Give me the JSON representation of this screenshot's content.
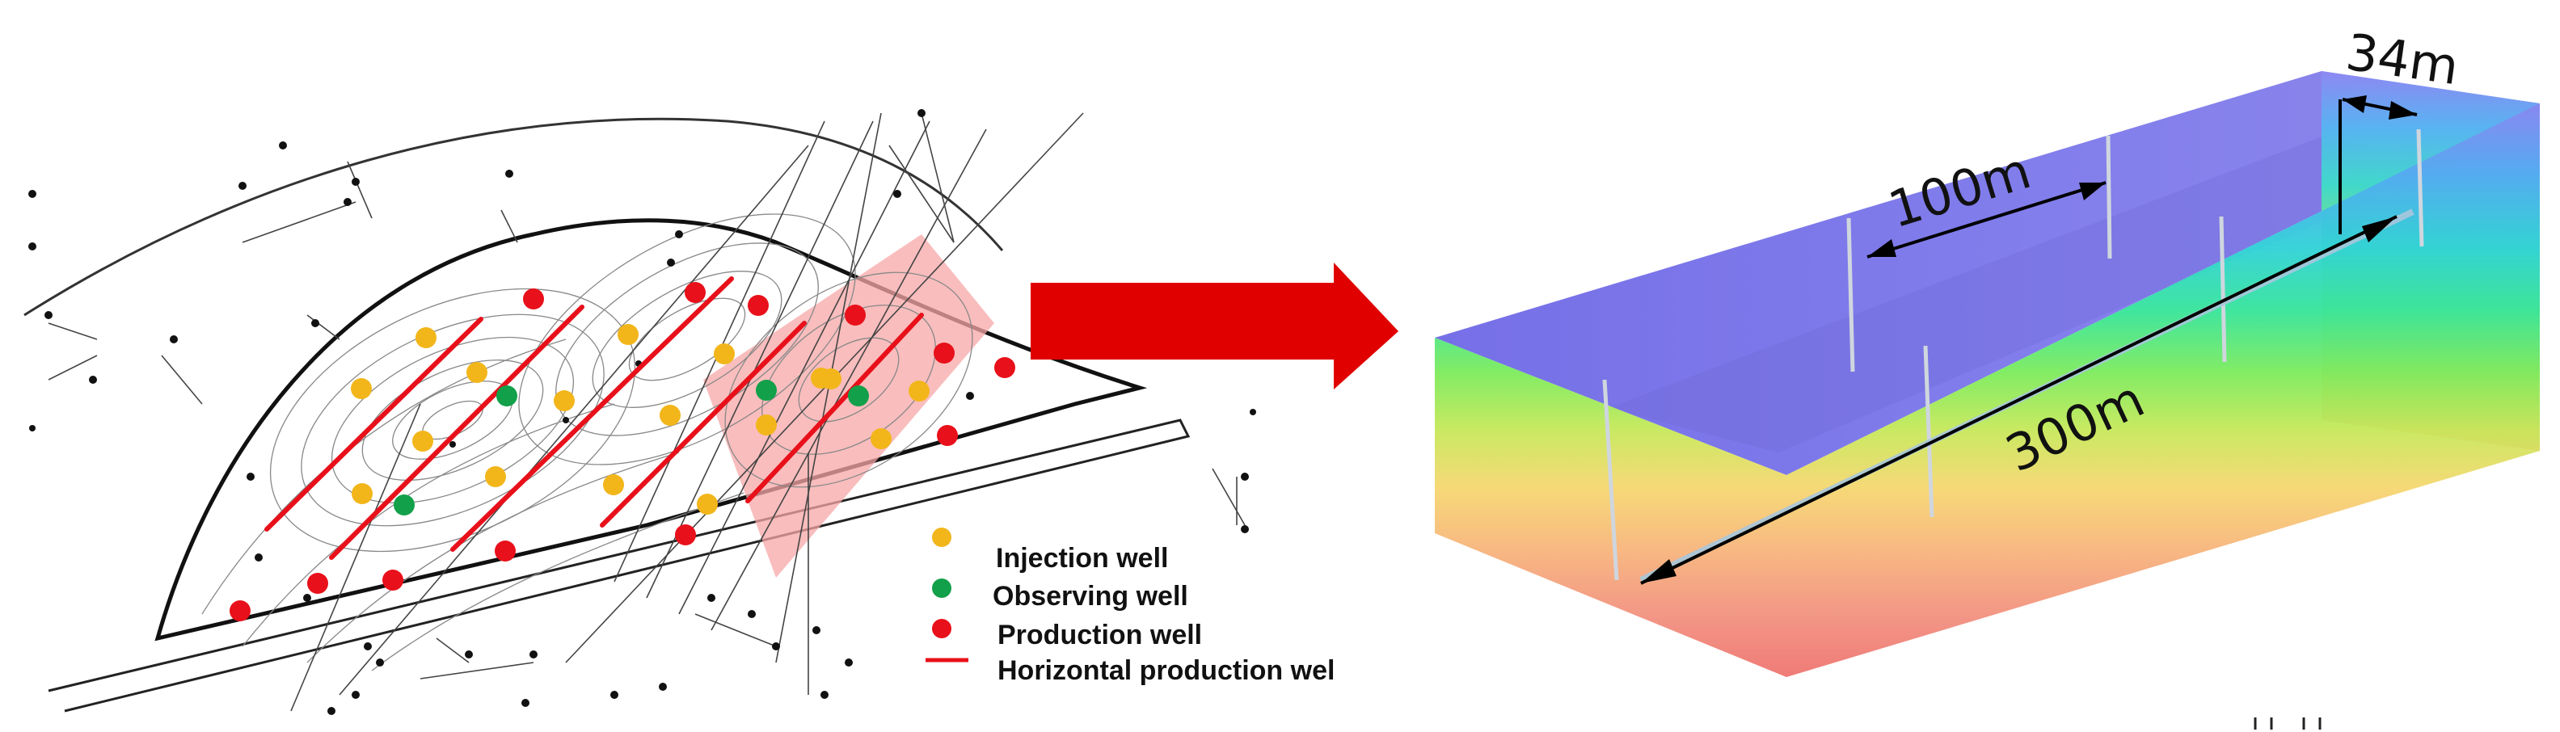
{
  "legend": {
    "items": [
      {
        "label": "Injection well",
        "color": "#f2b61b",
        "marker": "dot"
      },
      {
        "label": "Observing well",
        "color": "#13a04a",
        "marker": "dot"
      },
      {
        "label": "Production well",
        "color": "#e8101a",
        "marker": "dot"
      },
      {
        "label": "Horizontal production wel",
        "color": "#e8101a",
        "marker": "line"
      }
    ]
  },
  "arrow_color": "#e00000",
  "model": {
    "dimensions": {
      "width_label": "34m",
      "spacing_label": "100m",
      "length_label": "300m"
    }
  },
  "colors": {
    "injection": "#f2b61b",
    "observing": "#13a04a",
    "production": "#e8101a",
    "highlight_zone": "#f7a7a7"
  }
}
